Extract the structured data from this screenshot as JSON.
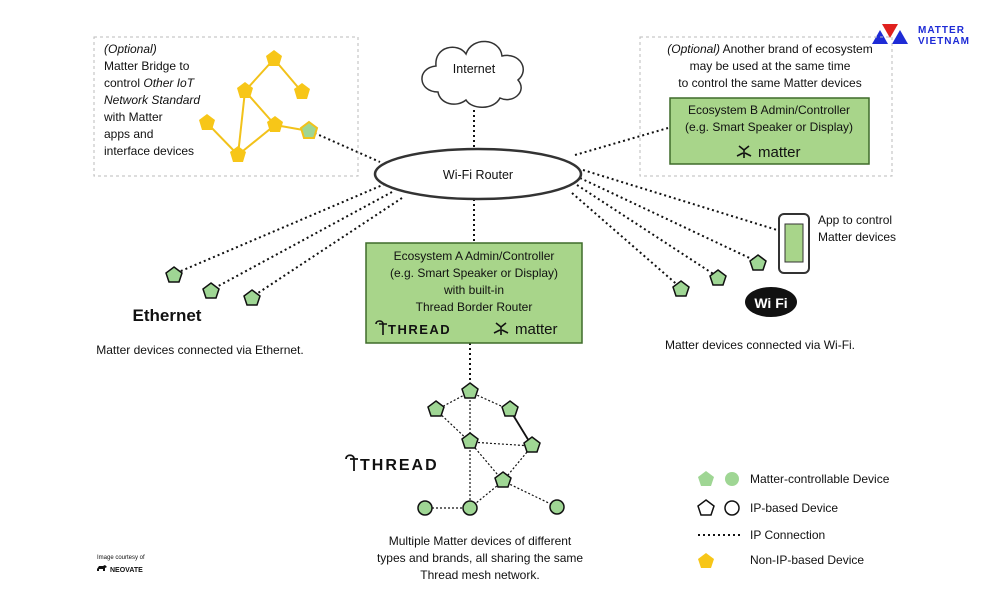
{
  "brand": {
    "logo_text_line1": "MATTER",
    "logo_text_line2": "VIETNAM",
    "accent_color": "#1e2bd6",
    "logo_red": "#e0201e"
  },
  "internet": {
    "label": "Internet"
  },
  "router": {
    "label": "Wi-Fi Router"
  },
  "bridge_note": {
    "optional": "(Optional)",
    "line1": "Matter Bridge to",
    "line2_prefix": "control ",
    "line2_italic": "Other IoT",
    "line3_italic": "Network Standard",
    "line4": "with Matter",
    "line5": "apps and",
    "line6": "interface devices"
  },
  "ecosystem_b": {
    "optional": "(Optional)",
    "note_line1_rest": " Another brand of ecosystem",
    "note_line2": "may be used at the same time",
    "note_line3": "to control the same Matter devices",
    "title_line1": "Ecosystem B Admin/Controller",
    "title_line2": "(e.g. Smart Speaker or Display)",
    "matter_logo": "matter"
  },
  "ecosystem_a": {
    "line1": "Ecosystem A Admin/Controller",
    "line2": "(e.g. Smart Speaker or Display)",
    "line3": "with built-in",
    "line4": "Thread Border Router",
    "thread_logo": "THREAD",
    "matter_logo": "matter"
  },
  "ethernet": {
    "heading": "Ethernet",
    "caption": "Matter devices connected via Ethernet."
  },
  "wifi": {
    "app_line1": "App to control",
    "app_line2": "Matter devices",
    "logo_text": "Wi Fi",
    "caption": "Matter devices connected via Wi-Fi."
  },
  "thread": {
    "logo": "THREAD",
    "caption_line1": "Multiple Matter devices of different",
    "caption_line2": "types and brands, all sharing the same",
    "caption_line3": "Thread mesh network."
  },
  "legend": {
    "matter_device": "Matter-controllable Device",
    "ip_device": "IP-based Device",
    "ip_connection": "IP Connection",
    "non_ip_device": "Non-IP-based Device"
  },
  "credit": {
    "line1": "Image courtesy of",
    "line2": "NEOVATE"
  },
  "colors": {
    "matter_green": "#9fd694",
    "box_green": "#a8d58a",
    "box_border": "#3f6b2a",
    "non_ip_yellow": "#f7c618"
  }
}
